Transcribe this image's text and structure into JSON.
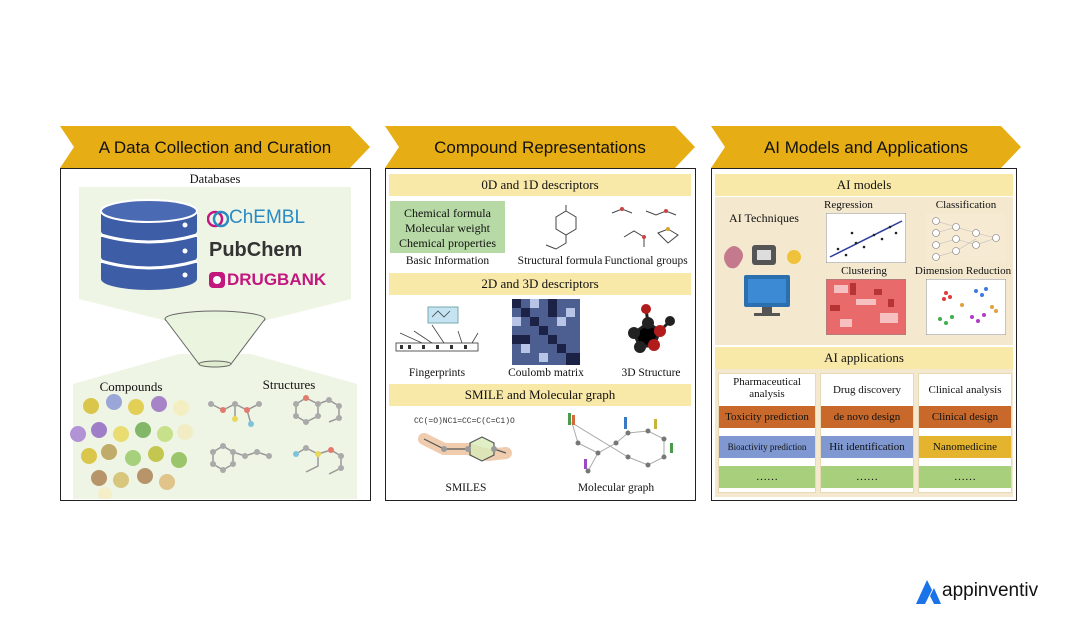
{
  "panel_a": {
    "banner": "A Data Collection and Curation",
    "databases_label": "Databases",
    "logos": [
      "ChEMBL",
      "PubChem",
      "DRUGBANK"
    ],
    "compounds_label": "Compounds",
    "structures_label": "Structures"
  },
  "panel_b": {
    "banner": "Compound Representations",
    "section1": "0D and 1D descriptors",
    "basic_lines": [
      "Chemical formula",
      "Molecular weight",
      "Chemical properties"
    ],
    "basic_caption": "Basic Information",
    "structural_caption": "Structural formula",
    "functional_caption": "Functional groups",
    "section2": "2D and 3D descriptors",
    "fingerprints_caption": "Fingerprints",
    "coulomb_caption": "Coulomb matrix",
    "structure3d_caption": "3D Structure",
    "section3": "SMILE and Molecular graph",
    "smiles_string": "CC(=O)NC1=CC=C(C=C1)O",
    "smiles_caption": "SMILES",
    "graph_caption": "Molecular graph"
  },
  "panel_c": {
    "banner": "AI Models and Applications",
    "models_header": "AI models",
    "techniques_label": "AI Techniques",
    "regression": "Regression",
    "classification": "Classification",
    "clustering": "Clustering",
    "dimension_reduction": "Dimension Reduction",
    "applications_header": "AI applications",
    "columns": [
      {
        "title": "Pharmaceutical analysis",
        "items": [
          "Toxicity prediction",
          "Bioactivity prediction",
          "……"
        ]
      },
      {
        "title": "Drug discovery",
        "items": [
          "de novo design",
          "Hit identification",
          "……"
        ]
      },
      {
        "title": "Clinical analysis",
        "items": [
          "Clinical design",
          "Nanomedicine",
          "……"
        ]
      }
    ]
  },
  "brand": "appinventiv",
  "colors": {
    "banner": "#e6ad14",
    "section_bar": "#f9e9a9",
    "database": "#3d5da6",
    "chembl": "#2a8ac4",
    "drugbank": "#c3177e",
    "orange_cell": "#c8692b",
    "blue_cell": "#7f98d1",
    "green_cell": "#a7cf7c",
    "yellow_cell": "#e4b42e",
    "brand_blue": "#1a73e8"
  }
}
